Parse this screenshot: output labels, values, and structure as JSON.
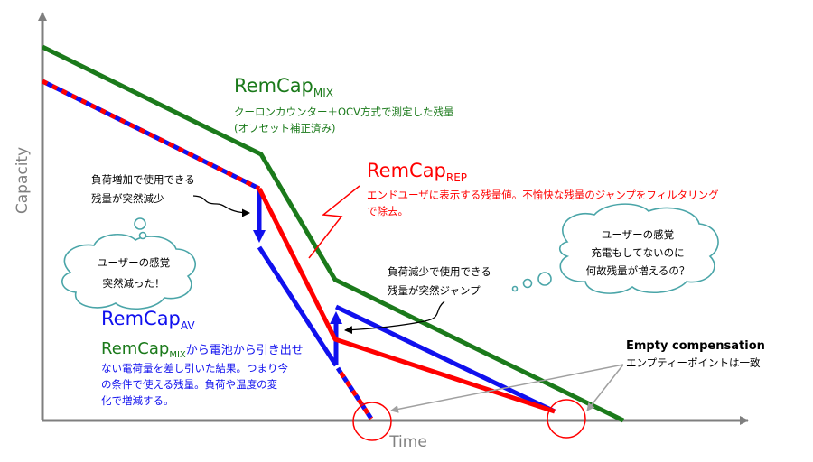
{
  "axes": {
    "y_label": "Capacity",
    "x_label": "Time"
  },
  "colors": {
    "mix": "#1b7a1b",
    "rep": "#ff0000",
    "av": "#1010ee",
    "axis": "#7f7f7f",
    "bubble": "#4aa5a8"
  },
  "mix": {
    "name": "RemCap",
    "sub": "MIX",
    "desc1": "クーロンカウンター＋OCV方式で測定した残量",
    "desc2": "(オフセット補正済み)"
  },
  "rep": {
    "name": "RemCap",
    "sub": "REP",
    "desc1": "エンドユーザに表示する残量値。不愉快な残量のジャンプをフィルタリング",
    "desc2": "で除去。"
  },
  "av": {
    "name": "RemCap",
    "sub": "AV",
    "line1_prefix": "RemCap",
    "line1_sub": "MIX",
    "line1_suffix": "から電池から引き出せ",
    "line2": "ない電荷量を差し引いた結果。つまり今",
    "line3": "の条件で使える残量。負荷や温度の変",
    "line4": "化で増減する。"
  },
  "drop_note": {
    "line1": "負荷増加で使用できる",
    "line2": "残量が突然減少"
  },
  "jump_note": {
    "line1": "負荷減少で使用できる",
    "line2": "残量が突然ジャンプ"
  },
  "bubble_left": {
    "line1": "ユーザーの感覚",
    "line2": "突然減った！"
  },
  "bubble_right": {
    "line1": "ユーザーの感覚",
    "line2": "充電もしてないのに",
    "line3": "何故残量が増えるの？"
  },
  "empty": {
    "title": "Empty compensation",
    "desc": "エンプティーポイントは一致"
  }
}
